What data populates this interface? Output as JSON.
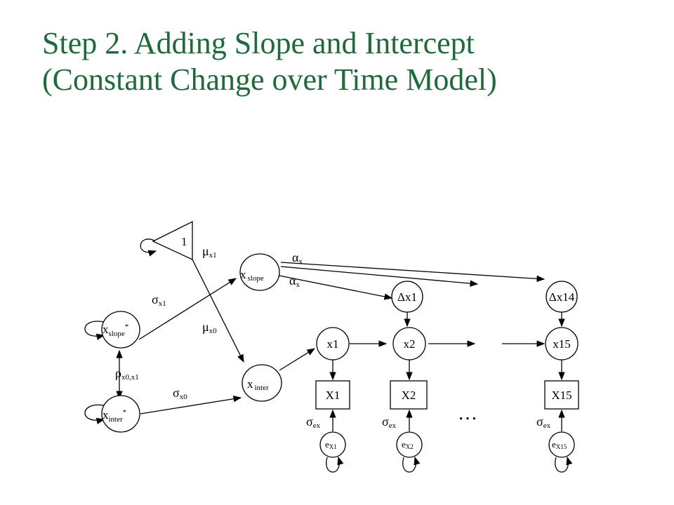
{
  "title": {
    "line1": "Step 2. Adding Slope and Intercept",
    "line2": "(Constant Change over Time Model)"
  },
  "diagram": {
    "constant": "1",
    "slope_factor": {
      "main": "x",
      "sub": "slope"
    },
    "inter_factor": {
      "main": "x",
      "sub": "inter"
    },
    "slope_star": {
      "main": "x",
      "sub": "slope",
      "star": "*"
    },
    "inter_star": {
      "main": "x",
      "sub": "inter",
      "star": "*"
    },
    "mu_x1": {
      "sym": "μ",
      "sub": "x1"
    },
    "mu_x0": {
      "sym": "μ",
      "sub": "x0"
    },
    "sigma_x1": {
      "sym": "σ",
      "sub": "x1"
    },
    "sigma_x0": {
      "sym": "σ",
      "sub": "x0"
    },
    "rho": {
      "sym": "ρ",
      "sub": "x0,x1"
    },
    "alpha_top": {
      "sym": "α",
      "sub": "x"
    },
    "alpha_low": {
      "sym": "α",
      "sub": "x"
    },
    "delta1": "Δx1",
    "delta14": "Δx14",
    "latent": [
      "x1",
      "x2",
      "x15"
    ],
    "observed": [
      "X1",
      "X2",
      "X15"
    ],
    "sigma_ex": {
      "sym": "σ",
      "sub": "ex"
    },
    "errors": [
      {
        "main": "e",
        "sub": "X1"
      },
      {
        "main": "e",
        "sub": "X2"
      },
      {
        "main": "e",
        "sub": "X15"
      }
    ],
    "ellipsis": "…"
  }
}
